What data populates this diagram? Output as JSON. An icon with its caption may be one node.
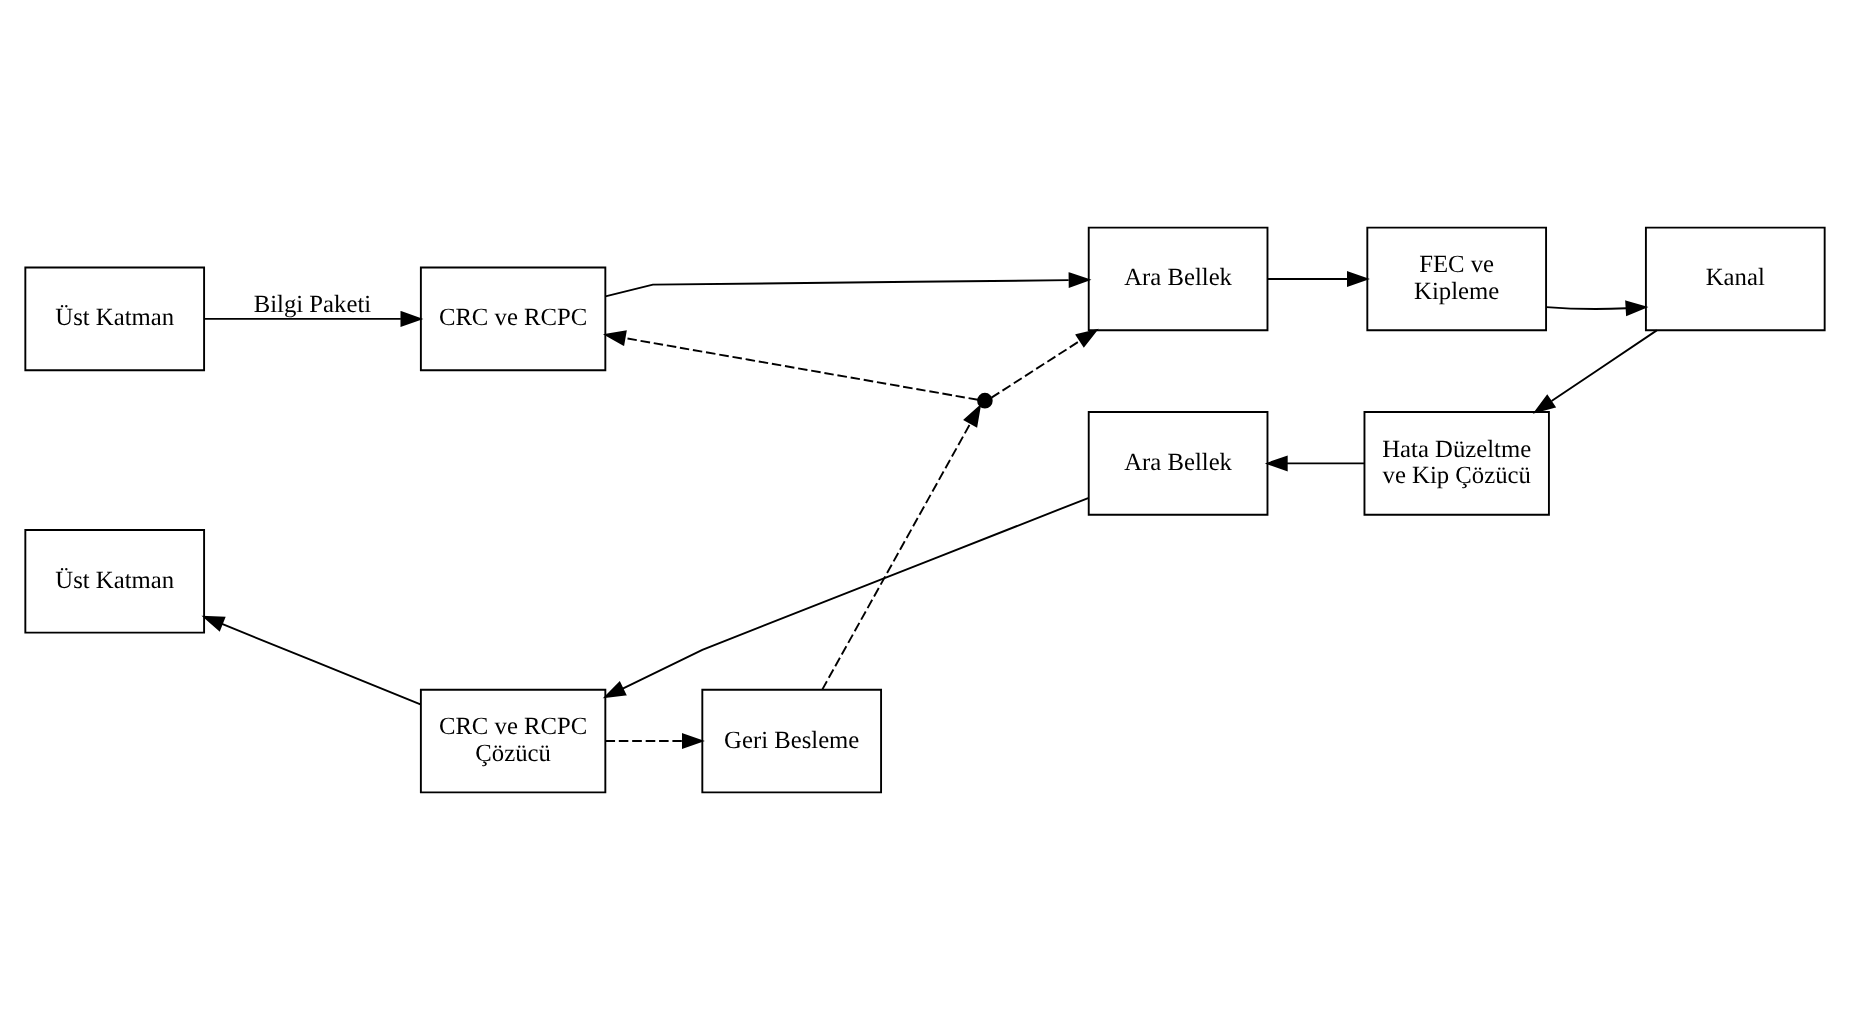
{
  "diagram": {
    "nodes": [
      {
        "text": [
          "Üst Katman"
        ]
      },
      {
        "text": [
          "CRC ve RCPC"
        ]
      },
      {
        "text": [
          "Ara Bellek"
        ]
      },
      {
        "text": [
          "FEC ve Kipleme"
        ]
      },
      {
        "text": [
          "Kanal"
        ]
      },
      {
        "text": [
          "Hata Düzeltme ve Kip Çözücü"
        ]
      },
      {
        "text": [
          "Ara Bellek"
        ]
      },
      {
        "text": [
          "CRC ve RCPC Çözücü"
        ]
      },
      {
        "text": [
          "Üst Katman"
        ]
      },
      {
        "text": [
          "Geri Besleme"
        ]
      },
      {
        "text": [],
        "shape": "circle"
      }
    ],
    "edges": [
      {
        "from": 0,
        "to": 1,
        "arrow": "to",
        "label": "Bilgi Paketi"
      },
      {
        "from": 1,
        "to": 2,
        "arrow": "to"
      },
      {
        "from": 2,
        "to": 3,
        "arrow": "to"
      },
      {
        "from": 3,
        "to": 4,
        "arrow": "to"
      },
      {
        "from": 4,
        "to": 5,
        "arrow": "to"
      },
      {
        "from": 5,
        "to": 6,
        "arrow": "to"
      },
      {
        "from": 6,
        "to": 7,
        "arrow": "to"
      },
      {
        "from": 7,
        "to": 8,
        "arrow": "to"
      },
      {
        "from": 7,
        "to": 9,
        "arrow": "to",
        "style": "dashed"
      },
      {
        "from": 9,
        "to": 10,
        "arrow": "to",
        "style": "dashed"
      },
      {
        "from": 10,
        "to": 1,
        "arrow": "to",
        "style": "dashed"
      },
      {
        "from": 10,
        "to": 2,
        "arrow": "to",
        "style": "dashed"
      }
    ]
  }
}
